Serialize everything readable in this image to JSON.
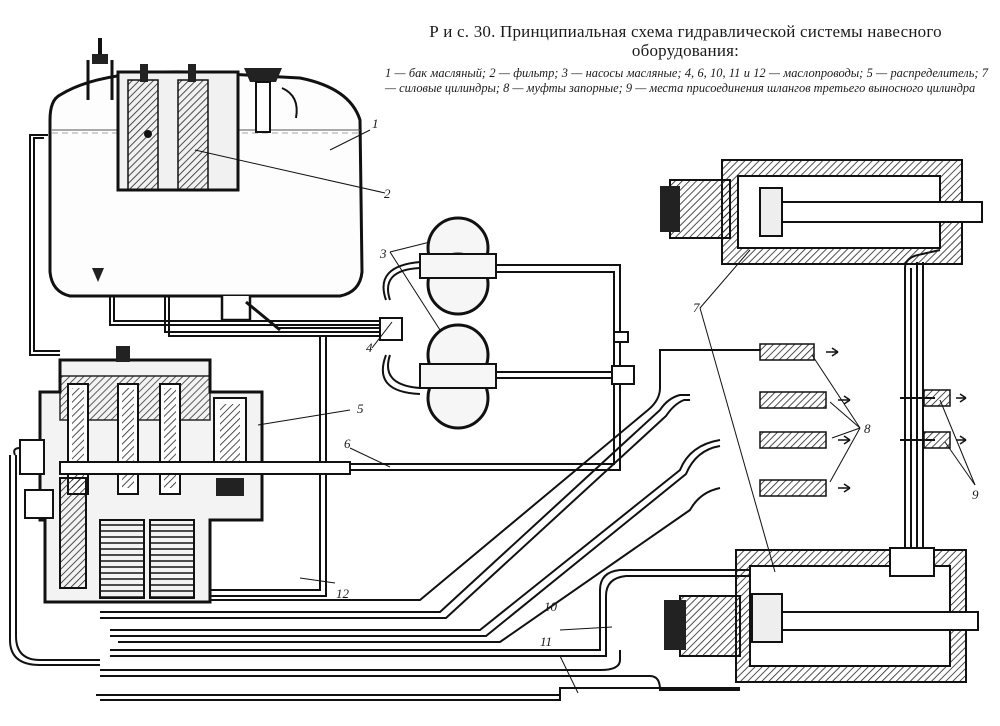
{
  "caption": {
    "title": "Р и с. 30. Принципиальная схема гидравлической системы навесного оборудования:",
    "legend": "1 — бак масляный; 2 — фильтр; 3 — насосы масляные; 4, 6, 10, 11 и 12 — маслопроводы; 5 — распределитель; 7 — силовые цилиндры; 8 — муфты запорные; 9 — места присоединения шлангов третьего выносного цилиндра"
  },
  "labels": {
    "tank": "1",
    "filter": "2",
    "pumps": "3",
    "line4": "4",
    "distributor": "5",
    "line6": "6",
    "cylinders": "7",
    "couplings": "8",
    "third_cylinder": "9",
    "line10": "10",
    "line11": "11",
    "line12": "12"
  }
}
